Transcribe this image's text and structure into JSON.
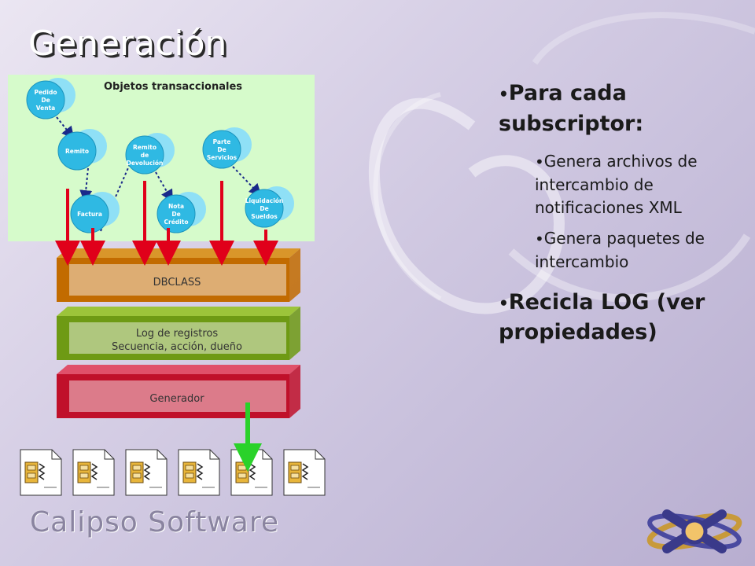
{
  "title": "Generación",
  "panel": {
    "title": "Objetos transaccionales",
    "items": [
      {
        "label": "Pedido\nDe\nVenta"
      },
      {
        "label": "Remito"
      },
      {
        "label": "Factura"
      },
      {
        "label": "Remito\nde\nDevolución"
      },
      {
        "label": "Nota\nDe\nCrédito"
      },
      {
        "label": "Parte\nDe\nServicios"
      },
      {
        "label": "Liquidación\nDe\nSueldos"
      }
    ]
  },
  "layers": {
    "dbclass": "DBCLASS",
    "log_line1": "Log de registros",
    "log_line2": "Secuencia, acción, dueño",
    "generator": "Generador"
  },
  "files_count": 6,
  "bullets": {
    "main1": "Para cada subscriptor:",
    "sub1": "Genera archivos de intercambio de notificaciones XML",
    "sub2": "Genera paquetes de intercambio",
    "main2": "Recicla LOG (ver propiedades)"
  },
  "footer": {
    "brand": "Calipso Software"
  },
  "colors": {
    "panel_bg": "#d6fbcb",
    "cylinder": "#2fb9e3",
    "dbclass": "#c26b00",
    "log": "#6e9a14",
    "generator": "#c0102a",
    "arrow_red": "#e0001a",
    "arrow_green": "#2ad22a"
  }
}
